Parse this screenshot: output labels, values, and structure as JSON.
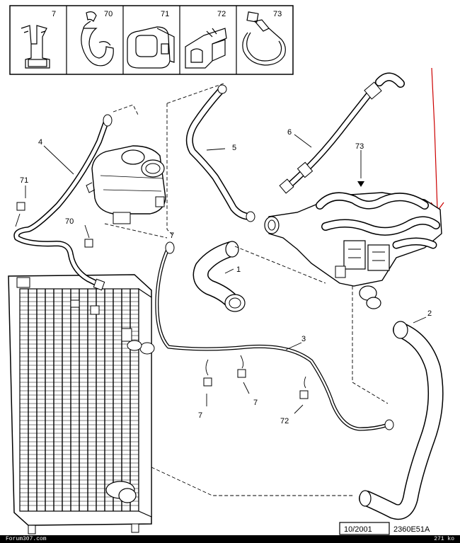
{
  "clip_panel": {
    "labels": [
      "7",
      "70",
      "71",
      "72",
      "73"
    ]
  },
  "parts": {
    "p1": "1",
    "p2": "2",
    "p3": "3",
    "p4": "4",
    "p5": "5",
    "p6": "6",
    "p7a": "7",
    "p7b": "7",
    "p7c": "7",
    "p7d": "7",
    "p70": "70",
    "p71": "71",
    "p72": "72",
    "p73": "73"
  },
  "footer": {
    "date": "10/2001",
    "ref": "2360E51A",
    "site": "Forum307.com",
    "size": "271 ko"
  },
  "colors": {
    "line": "#000000",
    "background": "#ffffff",
    "annotation": "#cc0000"
  }
}
